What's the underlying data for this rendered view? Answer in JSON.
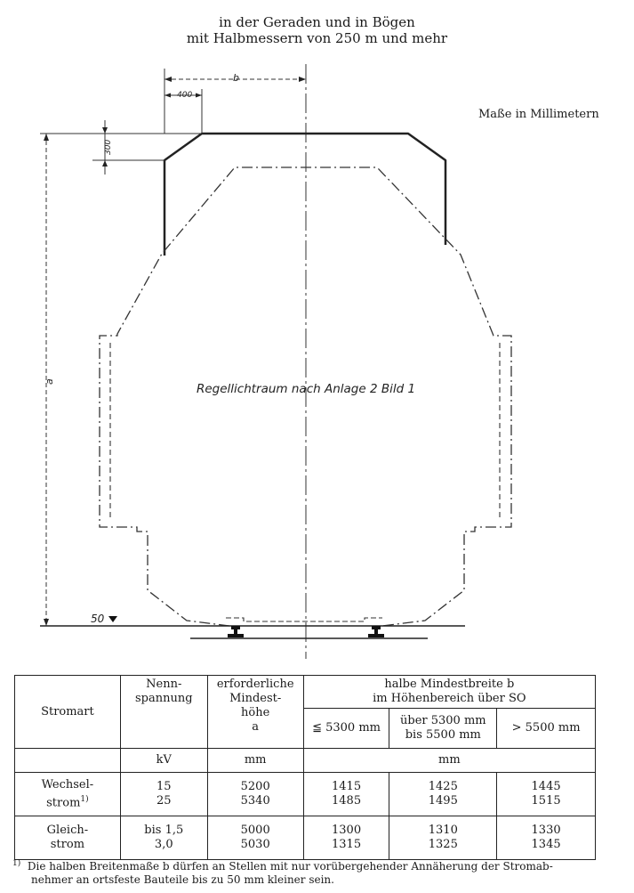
{
  "title": {
    "line1": "in der Geraden und in Bögen",
    "line2": "mit Halbmessern von 250 m und mehr"
  },
  "units_note": "Maße in Millimetern",
  "drawing": {
    "dim_b": "b",
    "dim_400": "400",
    "dim_300": "300",
    "dim_a": "a",
    "level_label": "50",
    "profile_label": "Regellichtraum nach Anlage 2 Bild 1"
  },
  "table": {
    "col_stromart": "Stromart",
    "col_nenn": [
      "Nenn-",
      "spannung"
    ],
    "col_hoehe": [
      "erforderliche",
      "Mindest-",
      "höhe",
      "a"
    ],
    "col_breite": [
      "halbe Mindestbreite b",
      "im Höhenbereich über SO"
    ],
    "sub1": "≦ 5300 mm",
    "sub2": [
      "über 5300 mm",
      "bis 5500 mm"
    ],
    "sub3": "> 5500 mm",
    "unit_kv": "kV",
    "unit_mm1": "mm",
    "unit_mm2": "mm",
    "rows": [
      {
        "stromart": [
          "Wechsel-",
          "strom"
        ],
        "stromart_mark": "1)",
        "spannung": [
          "15",
          "25"
        ],
        "hoehe": [
          "5200",
          "5340"
        ],
        "b1": [
          "1415",
          "1485"
        ],
        "b2": [
          "1425",
          "1495"
        ],
        "b3": [
          "1445",
          "1515"
        ]
      },
      {
        "stromart": [
          "Gleich-",
          "strom"
        ],
        "spannung": [
          "bis 1,5",
          "3,0"
        ],
        "hoehe": [
          "5000",
          "5030"
        ],
        "b1": [
          "1300",
          "1315"
        ],
        "b2": [
          "1310",
          "1325"
        ],
        "b3": [
          "1330",
          "1345"
        ]
      }
    ]
  },
  "footnote": {
    "mark": "1)",
    "line1": "Die halben Breitenmaße b dürfen an Stellen mit nur vorübergehender Annäherung der Stromab-",
    "line2": "nehmer an ortsfeste Bauteile bis zu 50 mm kleiner sein."
  }
}
